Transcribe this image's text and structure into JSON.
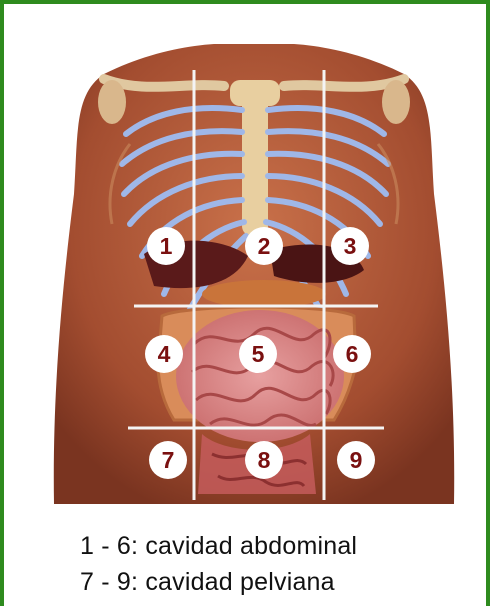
{
  "diagram": {
    "regions": [
      {
        "label": "1"
      },
      {
        "label": "2"
      },
      {
        "label": "3"
      },
      {
        "label": "4"
      },
      {
        "label": "5"
      },
      {
        "label": "6"
      },
      {
        "label": "7"
      },
      {
        "label": "8"
      },
      {
        "label": "9"
      }
    ]
  },
  "caption": {
    "line1": "1 - 6: cavidad abdominal",
    "line2": "7 - 9: cavidad pelviana"
  },
  "colors": {
    "border": "#2e8b1e",
    "skin": "#b0583a",
    "ribs": "#9fb7e8",
    "grid_lines": "#f4f4f4",
    "label_text": "#7a1010"
  }
}
